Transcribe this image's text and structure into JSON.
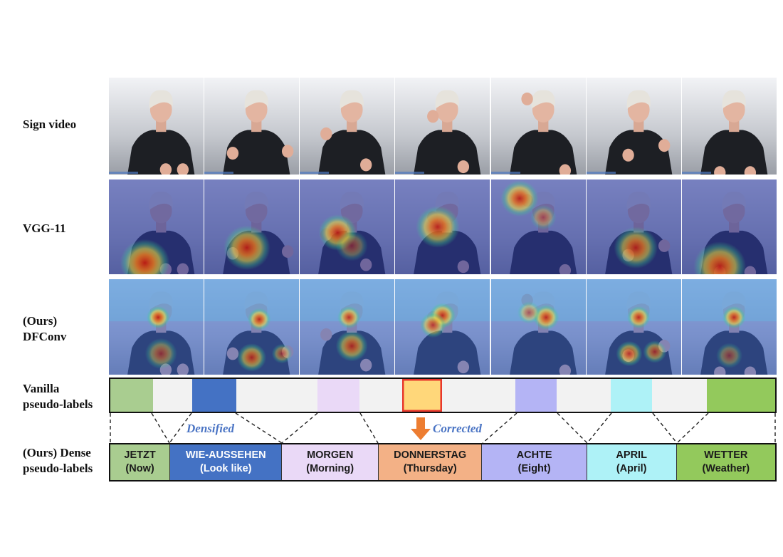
{
  "rows": {
    "sign_video": "Sign video",
    "vgg": "VGG-11",
    "ours_dfconv_1": "(Ours)",
    "ours_dfconv_2": "DFConv",
    "vanilla_1": "Vanilla",
    "vanilla_2": "pseudo-labels",
    "dense_1": "(Ours) Dense",
    "dense_2": "pseudo-labels"
  },
  "annotations": {
    "densified": "Densified",
    "corrected": "Corrected"
  },
  "vanilla_segments": [
    {
      "label": "",
      "color": "#a9cd90",
      "weight": 60
    },
    {
      "label": "",
      "color": "#f2f2f2",
      "weight": 56
    },
    {
      "label": "",
      "color": "#4472c4",
      "weight": 62
    },
    {
      "label": "",
      "color": "#f2f2f2",
      "weight": 114
    },
    {
      "label": "",
      "color": "#ead9f7",
      "weight": 60
    },
    {
      "label": "",
      "color": "#f2f2f2",
      "weight": 60
    },
    {
      "label": "",
      "color": "#ffd77a",
      "weight": 56,
      "highlight": true
    },
    {
      "label": "",
      "color": "#f2f2f2",
      "weight": 104
    },
    {
      "label": "",
      "color": "#b4b4f5",
      "weight": 58
    },
    {
      "label": "",
      "color": "#f2f2f2",
      "weight": 76
    },
    {
      "label": "",
      "color": "#aef2f7",
      "weight": 58
    },
    {
      "label": "",
      "color": "#f2f2f2",
      "weight": 78
    },
    {
      "label": "",
      "color": "#93c95c",
      "weight": 96
    }
  ],
  "dense_segments": [
    {
      "gloss": "JETZT",
      "translation": "(Now)",
      "color": "#a9cd90",
      "text_color": "#1a1a1a",
      "weight": 84
    },
    {
      "gloss": "WIE-AUSSEHEN",
      "translation": "(Look like)",
      "color": "#4472c4",
      "text_color": "#ffffff",
      "weight": 158
    },
    {
      "gloss": "MORGEN",
      "translation": "(Morning)",
      "color": "#ead9f7",
      "text_color": "#1a1a1a",
      "weight": 136
    },
    {
      "gloss": "DONNERSTAG",
      "translation": "(Thursday)",
      "color": "#f3b186",
      "text_color": "#1a1a1a",
      "weight": 146
    },
    {
      "gloss": "ACHTE",
      "translation": "(Eight)",
      "color": "#b4b4f5",
      "text_color": "#1a1a1a",
      "weight": 148
    },
    {
      "gloss": "APRIL",
      "translation": "(April)",
      "color": "#aef2f7",
      "text_color": "#1a1a1a",
      "weight": 126
    },
    {
      "gloss": "WETTER",
      "translation": "(Weather)",
      "color": "#93c95c",
      "text_color": "#1a1a1a",
      "weight": 140
    }
  ],
  "colors": {
    "highlight_border": "#e8372c",
    "arrow": "#ed7d31",
    "annotation_text": "#4a74c4"
  }
}
